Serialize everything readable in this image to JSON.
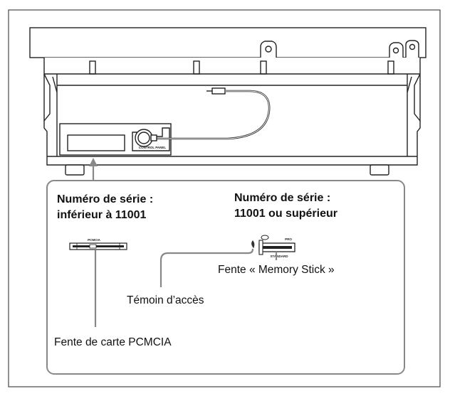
{
  "serial_below": {
    "line1": "Numéro de série :",
    "line2": "inférieur à 11001"
  },
  "serial_above": {
    "line1": "Numéro de série :",
    "line2": "11001 ou supérieur"
  },
  "device_label": "CONTROL PANEL",
  "slot_labels": {
    "pcmcia": "PCMCIA",
    "pro": "PRO",
    "standard": "STANDARD"
  },
  "callouts": {
    "memory_stick_slot": "Fente « Memory Stick »",
    "access_indicator": "Témoin d’accès",
    "pcmcia_slot": "Fente de carte PCMCIA"
  }
}
